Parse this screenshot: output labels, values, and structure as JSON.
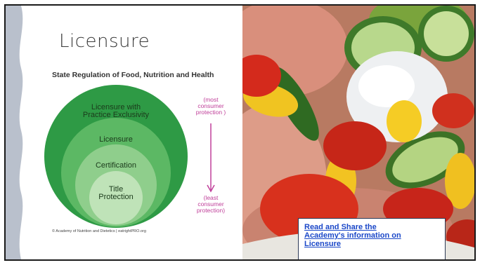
{
  "slide": {
    "title": "Licensure",
    "subtitle": "State Regulation of Food, Nutrition and Health",
    "diagram": {
      "rings": [
        {
          "label_line1": "Licensure with",
          "label_line2": "Practice Exclusivity",
          "color": "#2e9a45"
        },
        {
          "label_line1": "Licensure",
          "color": "#5cb864"
        },
        {
          "label_line1": "Certification",
          "color": "#8fce8c"
        },
        {
          "label_line1": "Title",
          "label_line2": "Protection",
          "color": "#bfe3b8"
        }
      ]
    },
    "scale": {
      "top_line1": "(most",
      "top_line2": "consumer",
      "top_line3": "protection )",
      "bottom_line1": "(least",
      "bottom_line2": "consumer",
      "bottom_line3": "protection)",
      "color": "#c0409a"
    },
    "copyright": "© Academy of Nutrition and Dietetics | eatrightPRO.org",
    "link": {
      "line1": "Read and Share the",
      "line2": "Academy's information on",
      "line3": "Licensure"
    }
  }
}
